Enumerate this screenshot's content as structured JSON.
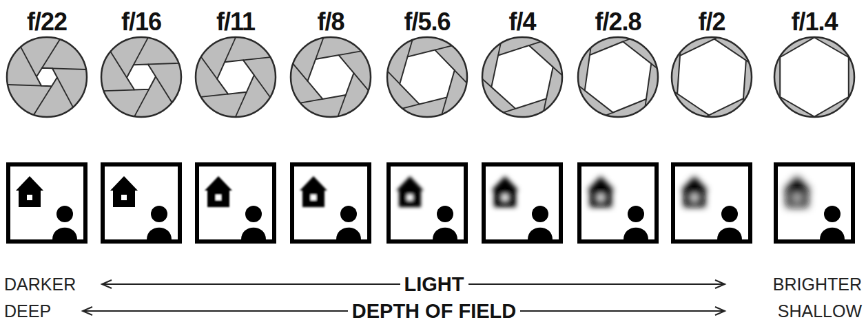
{
  "diagram": {
    "labels": [
      "f/22",
      "f/16",
      "f/11",
      "f/8",
      "f/5.6",
      "f/4",
      "f/2.8",
      "f/2",
      "f/1.4",
      "DARKER",
      "LIGHT",
      "BRIGHTER",
      "DEEP",
      "DEPTH OF FIELD",
      "SHALLOW"
    ]
  }
}
